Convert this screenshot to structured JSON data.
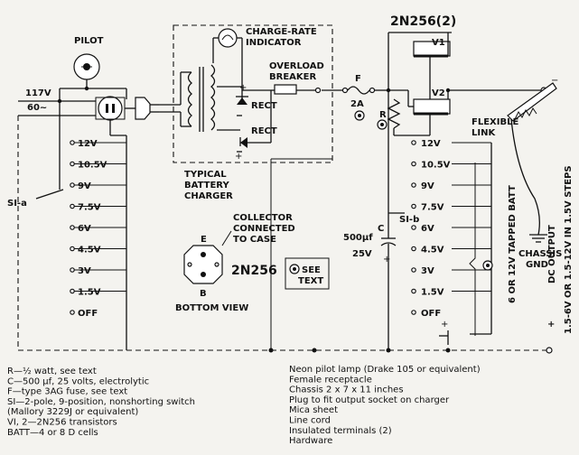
{
  "labels": {
    "pilot": "PILOT",
    "mains_voltage": "117V",
    "mains_freq": "60~",
    "charge_rate": "CHARGE-RATE",
    "indicator": "INDICATOR",
    "overload": "OVERLOAD",
    "breaker": "BREAKER",
    "rect_top": "RECT",
    "rect_bottom": "RECT",
    "typical": "TYPICAL",
    "battery": "BATTERY",
    "charger": "CHARGER",
    "transistors": "2N256(2)",
    "v1": "V1",
    "v2": "V2",
    "fuse": "F",
    "fuse_rating": "2A",
    "resistor": "R",
    "flexible": "FLEXIBLE",
    "link": "LINK",
    "chassis": "CHASSIS",
    "gnd": "GND",
    "capacitor": "500μf",
    "cap_c": "C",
    "cap_voltage": "25V",
    "sw_a": "SI-a",
    "sw_b": "SI-b",
    "batt_vertical": "6 OR 12V TAPPED BATT",
    "dc_output_1": "DC OUTPUT",
    "dc_output_2": "1.5-6V OR 1.5-12V IN 1.5V STEPS",
    "collector_1": "COLLECTOR",
    "collector_2": "CONNECTED",
    "collector_3": "TO CASE",
    "pin_e": "E",
    "pin_b": "B",
    "transistor_name": "2N256",
    "bottom_view": "BOTTOM VIEW",
    "see": "SEE",
    "text": "TEXT",
    "plus": "+",
    "minus": "−"
  },
  "switch_a_positions": [
    "12V",
    "10.5V",
    "9V",
    "7.5V",
    "6V",
    "4.5V",
    "3V",
    "1.5V",
    "OFF"
  ],
  "switch_b_positions": [
    "12V",
    "10.5V",
    "9V",
    "7.5V",
    "6V",
    "4.5V",
    "3V",
    "1.5V",
    "OFF"
  ],
  "parts_left": [
    "R—½ watt, see text",
    "C—500 μf, 25 volts, electrolytic",
    "F—type 3AG fuse, see text",
    "SI—2-pole, 9-position, nonshorting switch",
    "    (Mallory 3229J or equivalent)",
    "VI, 2—2N256 transistors",
    "BATT—4 or 8 D cells"
  ],
  "parts_right": [
    "Neon pilot lamp (Drake 105 or equivalent)",
    "Female receptacle",
    "Chassis 2 x 7 x 11 inches",
    "Plug to fit output socket on charger",
    "Mica sheet",
    "Line cord",
    "Insulated terminals (2)",
    "Hardware"
  ]
}
